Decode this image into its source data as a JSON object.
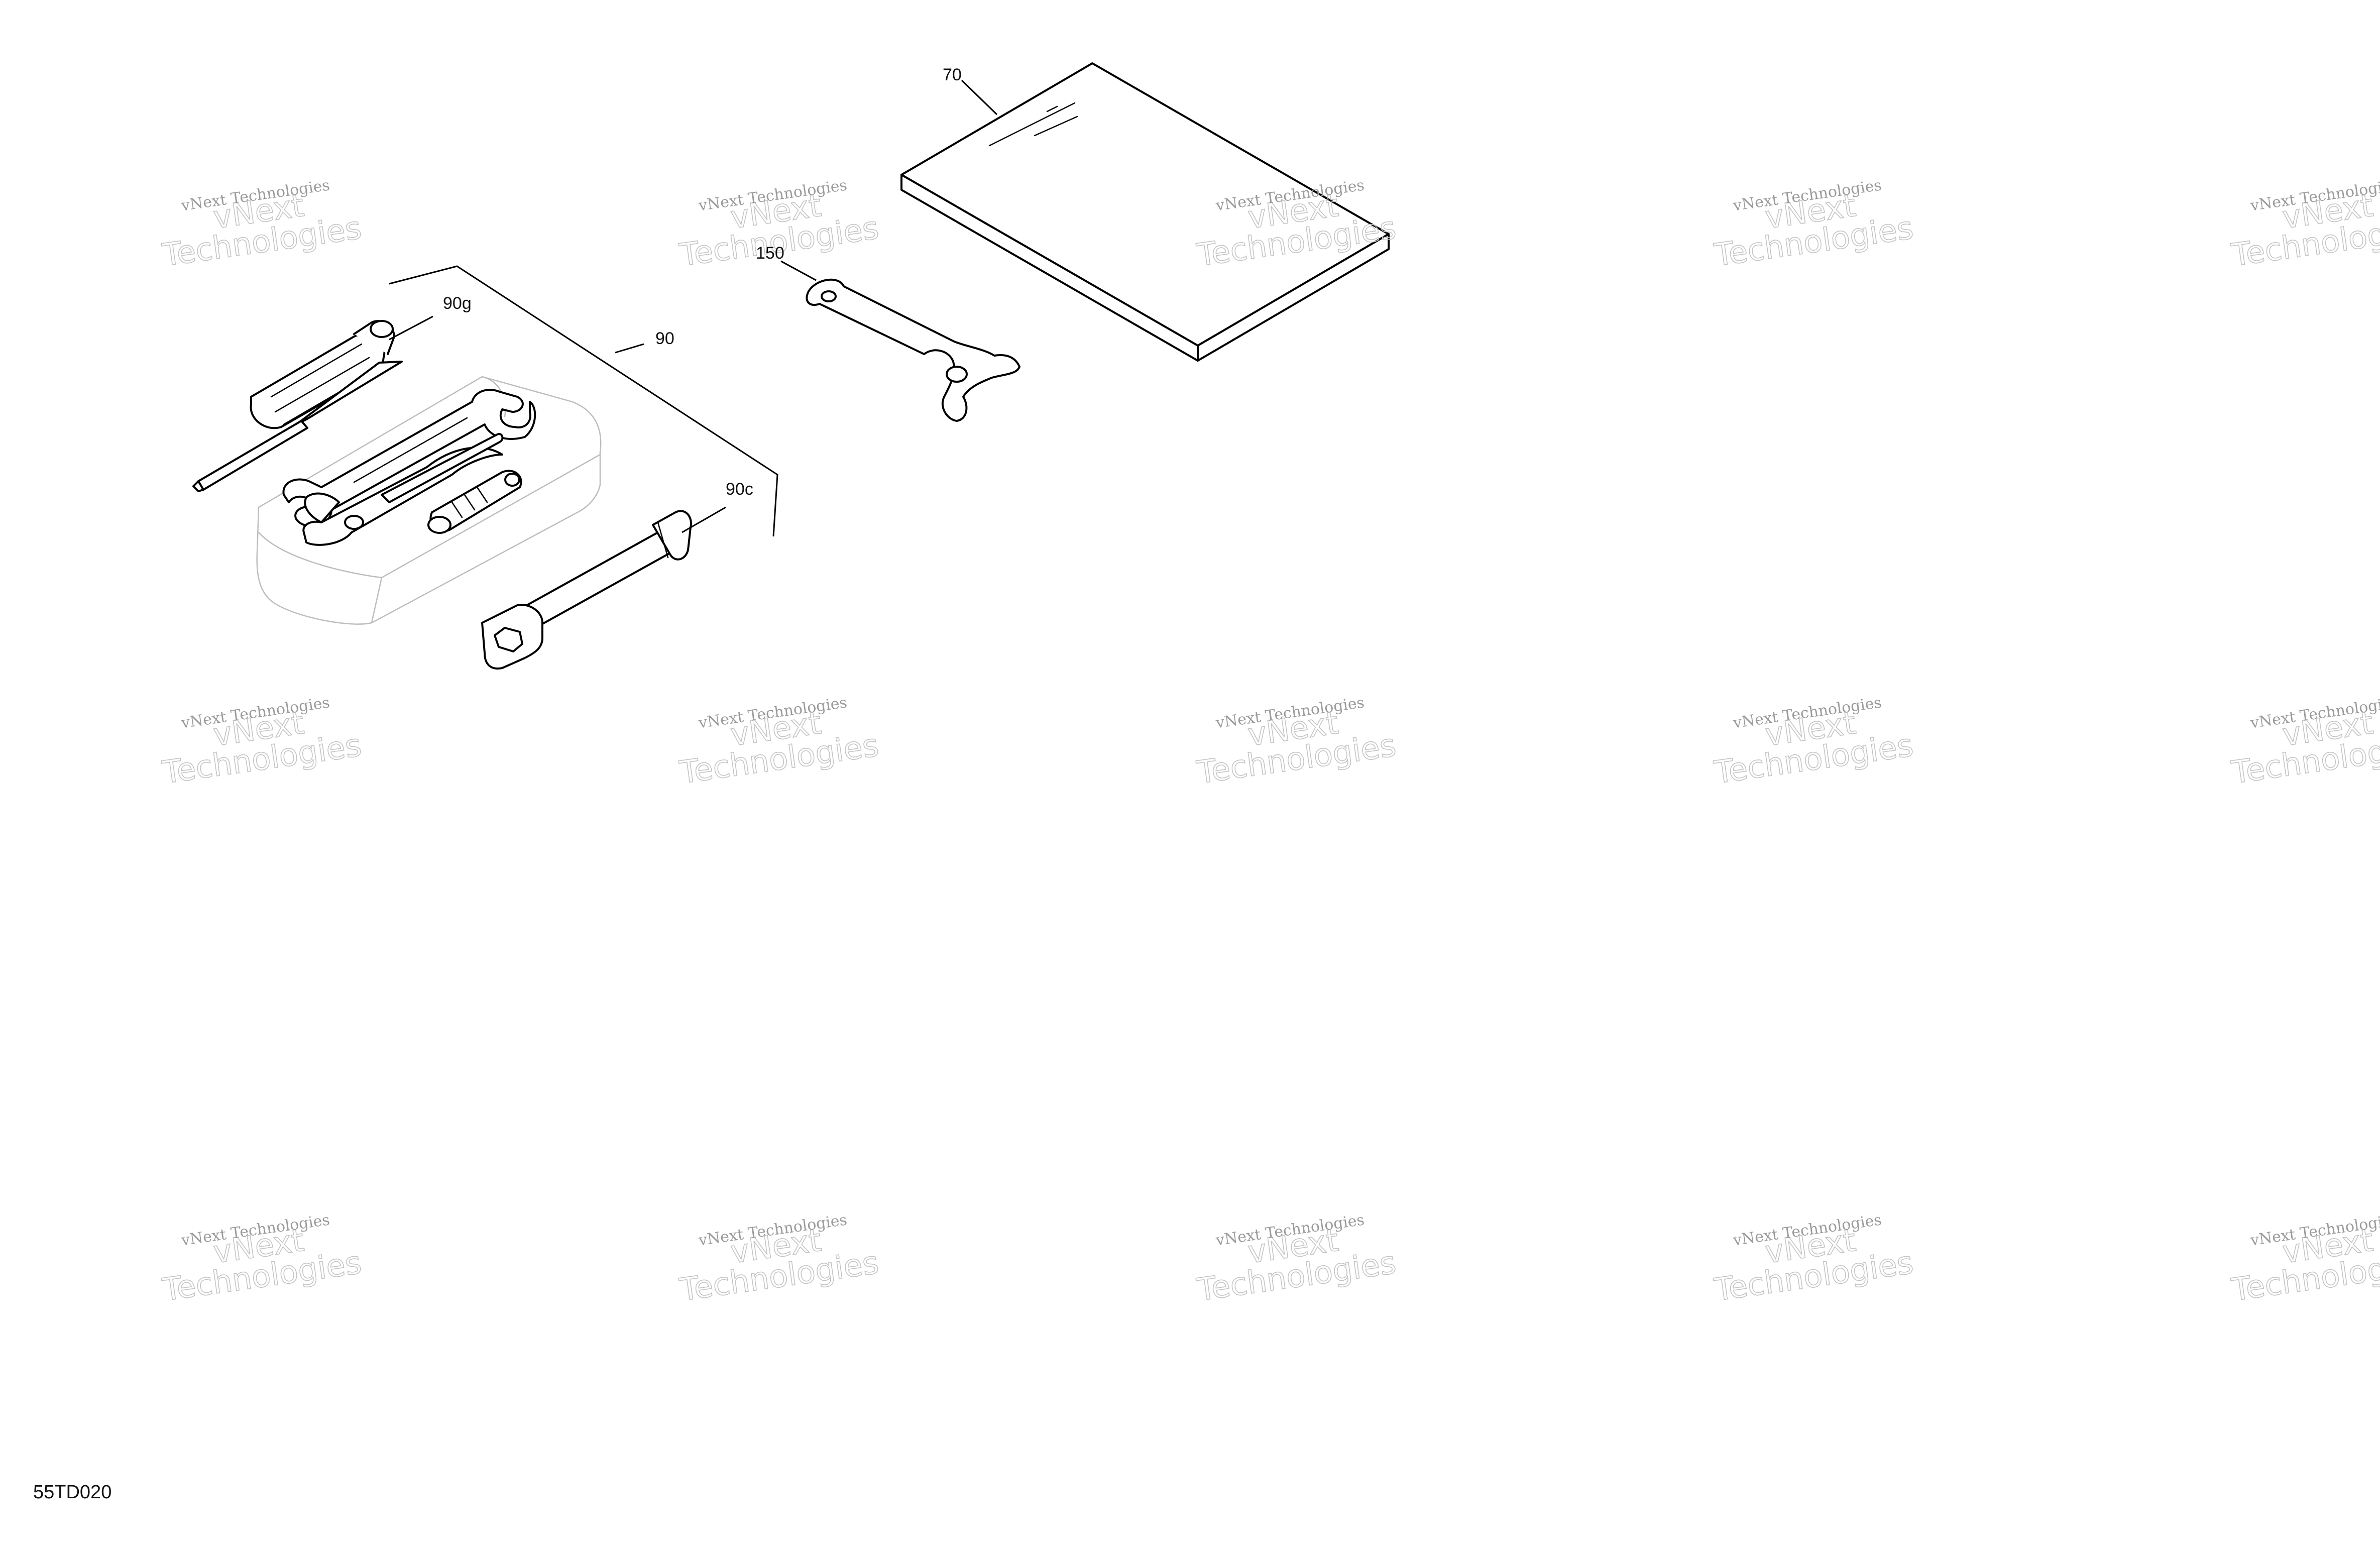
{
  "callouts": {
    "manual": "70",
    "spanner": "150",
    "tool_kit": "90",
    "screwdriver": "90g",
    "spark_plug_wrench": "90c"
  },
  "figure_id": "55TD020",
  "watermark": {
    "line1": "vNext Technologies",
    "line2": "vNext",
    "line3": "Technologies"
  },
  "colors": {
    "line": "#000000",
    "ghost_box": "#bdbdbd",
    "watermark": "#c4c4c4"
  }
}
